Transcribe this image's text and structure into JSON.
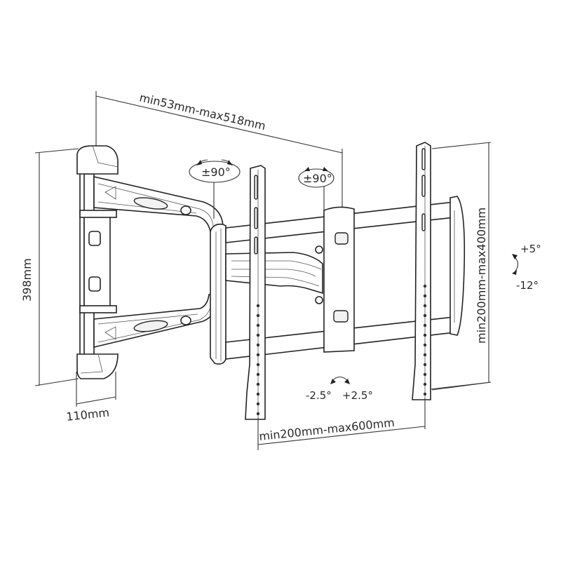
{
  "diagram": {
    "title": "Full-motion TV wall mount dimension drawing",
    "dimensions": {
      "extension": "min53mm-max518mm",
      "wall_plate_height": "398mm",
      "wall_plate_depth": "110mm",
      "vertical_vesa": "min200mm-max400mm",
      "horizontal_vesa": "min200mm-max600mm"
    },
    "rotations": {
      "arm_swivel_1": "±90°",
      "arm_swivel_2": "±90°",
      "tilt_up": "+5°",
      "tilt_down": "-12°",
      "level_minus": "-2.5°",
      "level_plus": "+2.5°"
    },
    "colors": {
      "line": "#222222",
      "text": "#2a2a2a",
      "background": "#ffffff"
    }
  }
}
